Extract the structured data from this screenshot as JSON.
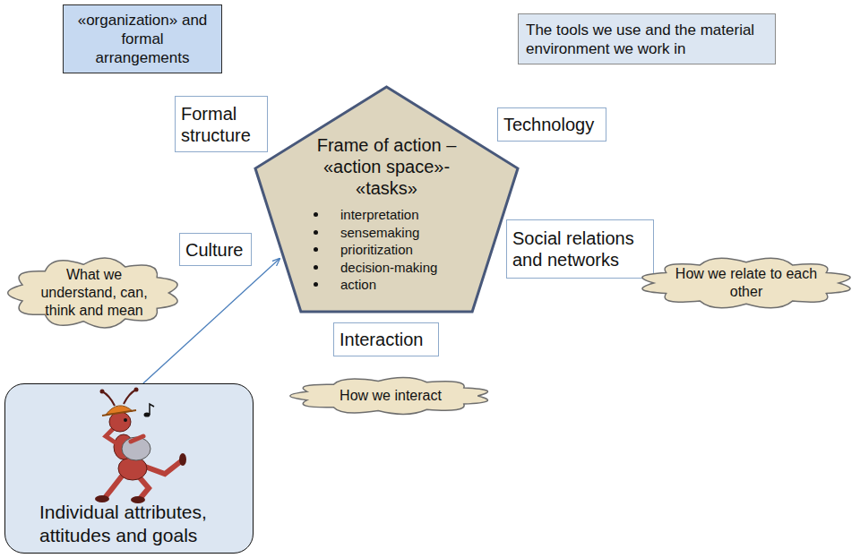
{
  "diagram": {
    "nodes": [
      {
        "text": [
          "«organization» and formal arrangements"
        ]
      },
      {
        "text": [
          "The tools we use and the material environment we work in"
        ]
      },
      {
        "text": [
          "Formal structure"
        ]
      },
      {
        "text": [
          "Frame of action – «action space»- «tasks»",
          "interpretation",
          "sensemaking",
          "prioritization",
          "decision-making",
          "action"
        ]
      },
      {
        "text": [
          "Technology"
        ]
      },
      {
        "text": [
          "Culture"
        ]
      },
      {
        "text": [
          "Social relations and networks"
        ]
      },
      {
        "text": [
          "What we understand, can, think and mean"
        ]
      },
      {
        "text": [
          "How we relate to each other"
        ]
      },
      {
        "text": [
          "Interaction"
        ]
      },
      {
        "text": [
          "How we interact"
        ]
      },
      {
        "text": [
          "Individual attributes, attitudes and goals"
        ]
      }
    ],
    "edges": [
      {
        "from": 11,
        "to": 3,
        "arrow": "to"
      }
    ]
  }
}
